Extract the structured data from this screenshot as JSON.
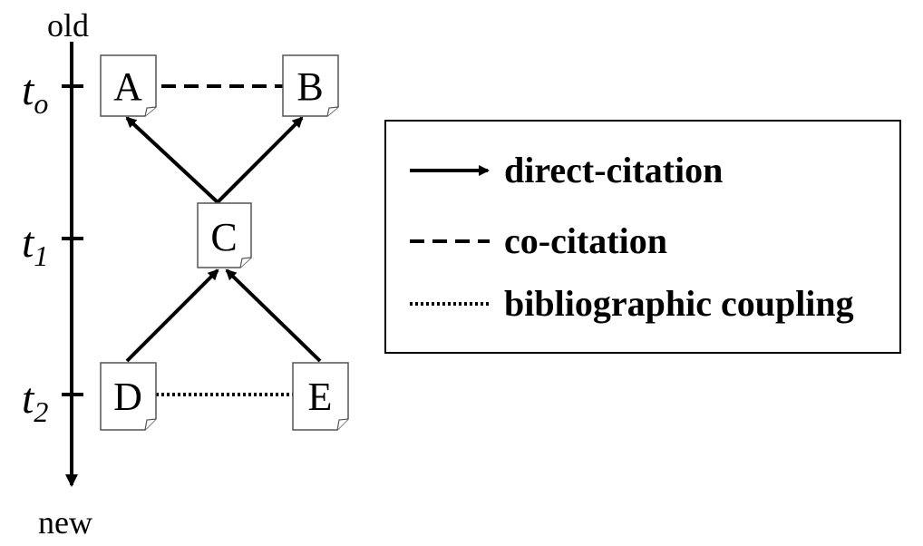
{
  "timeline": {
    "top_label": "old",
    "bottom_label": "new",
    "ticks": [
      {
        "base": "t",
        "sub": "o"
      },
      {
        "base": "t",
        "sub": "1"
      },
      {
        "base": "t",
        "sub": "2"
      }
    ]
  },
  "nodes": {
    "A": "A",
    "B": "B",
    "C": "C",
    "D": "D",
    "E": "E"
  },
  "legend": {
    "direct": "direct-citation",
    "cocitation": "co-citation",
    "coupling": "bibliographic coupling"
  }
}
